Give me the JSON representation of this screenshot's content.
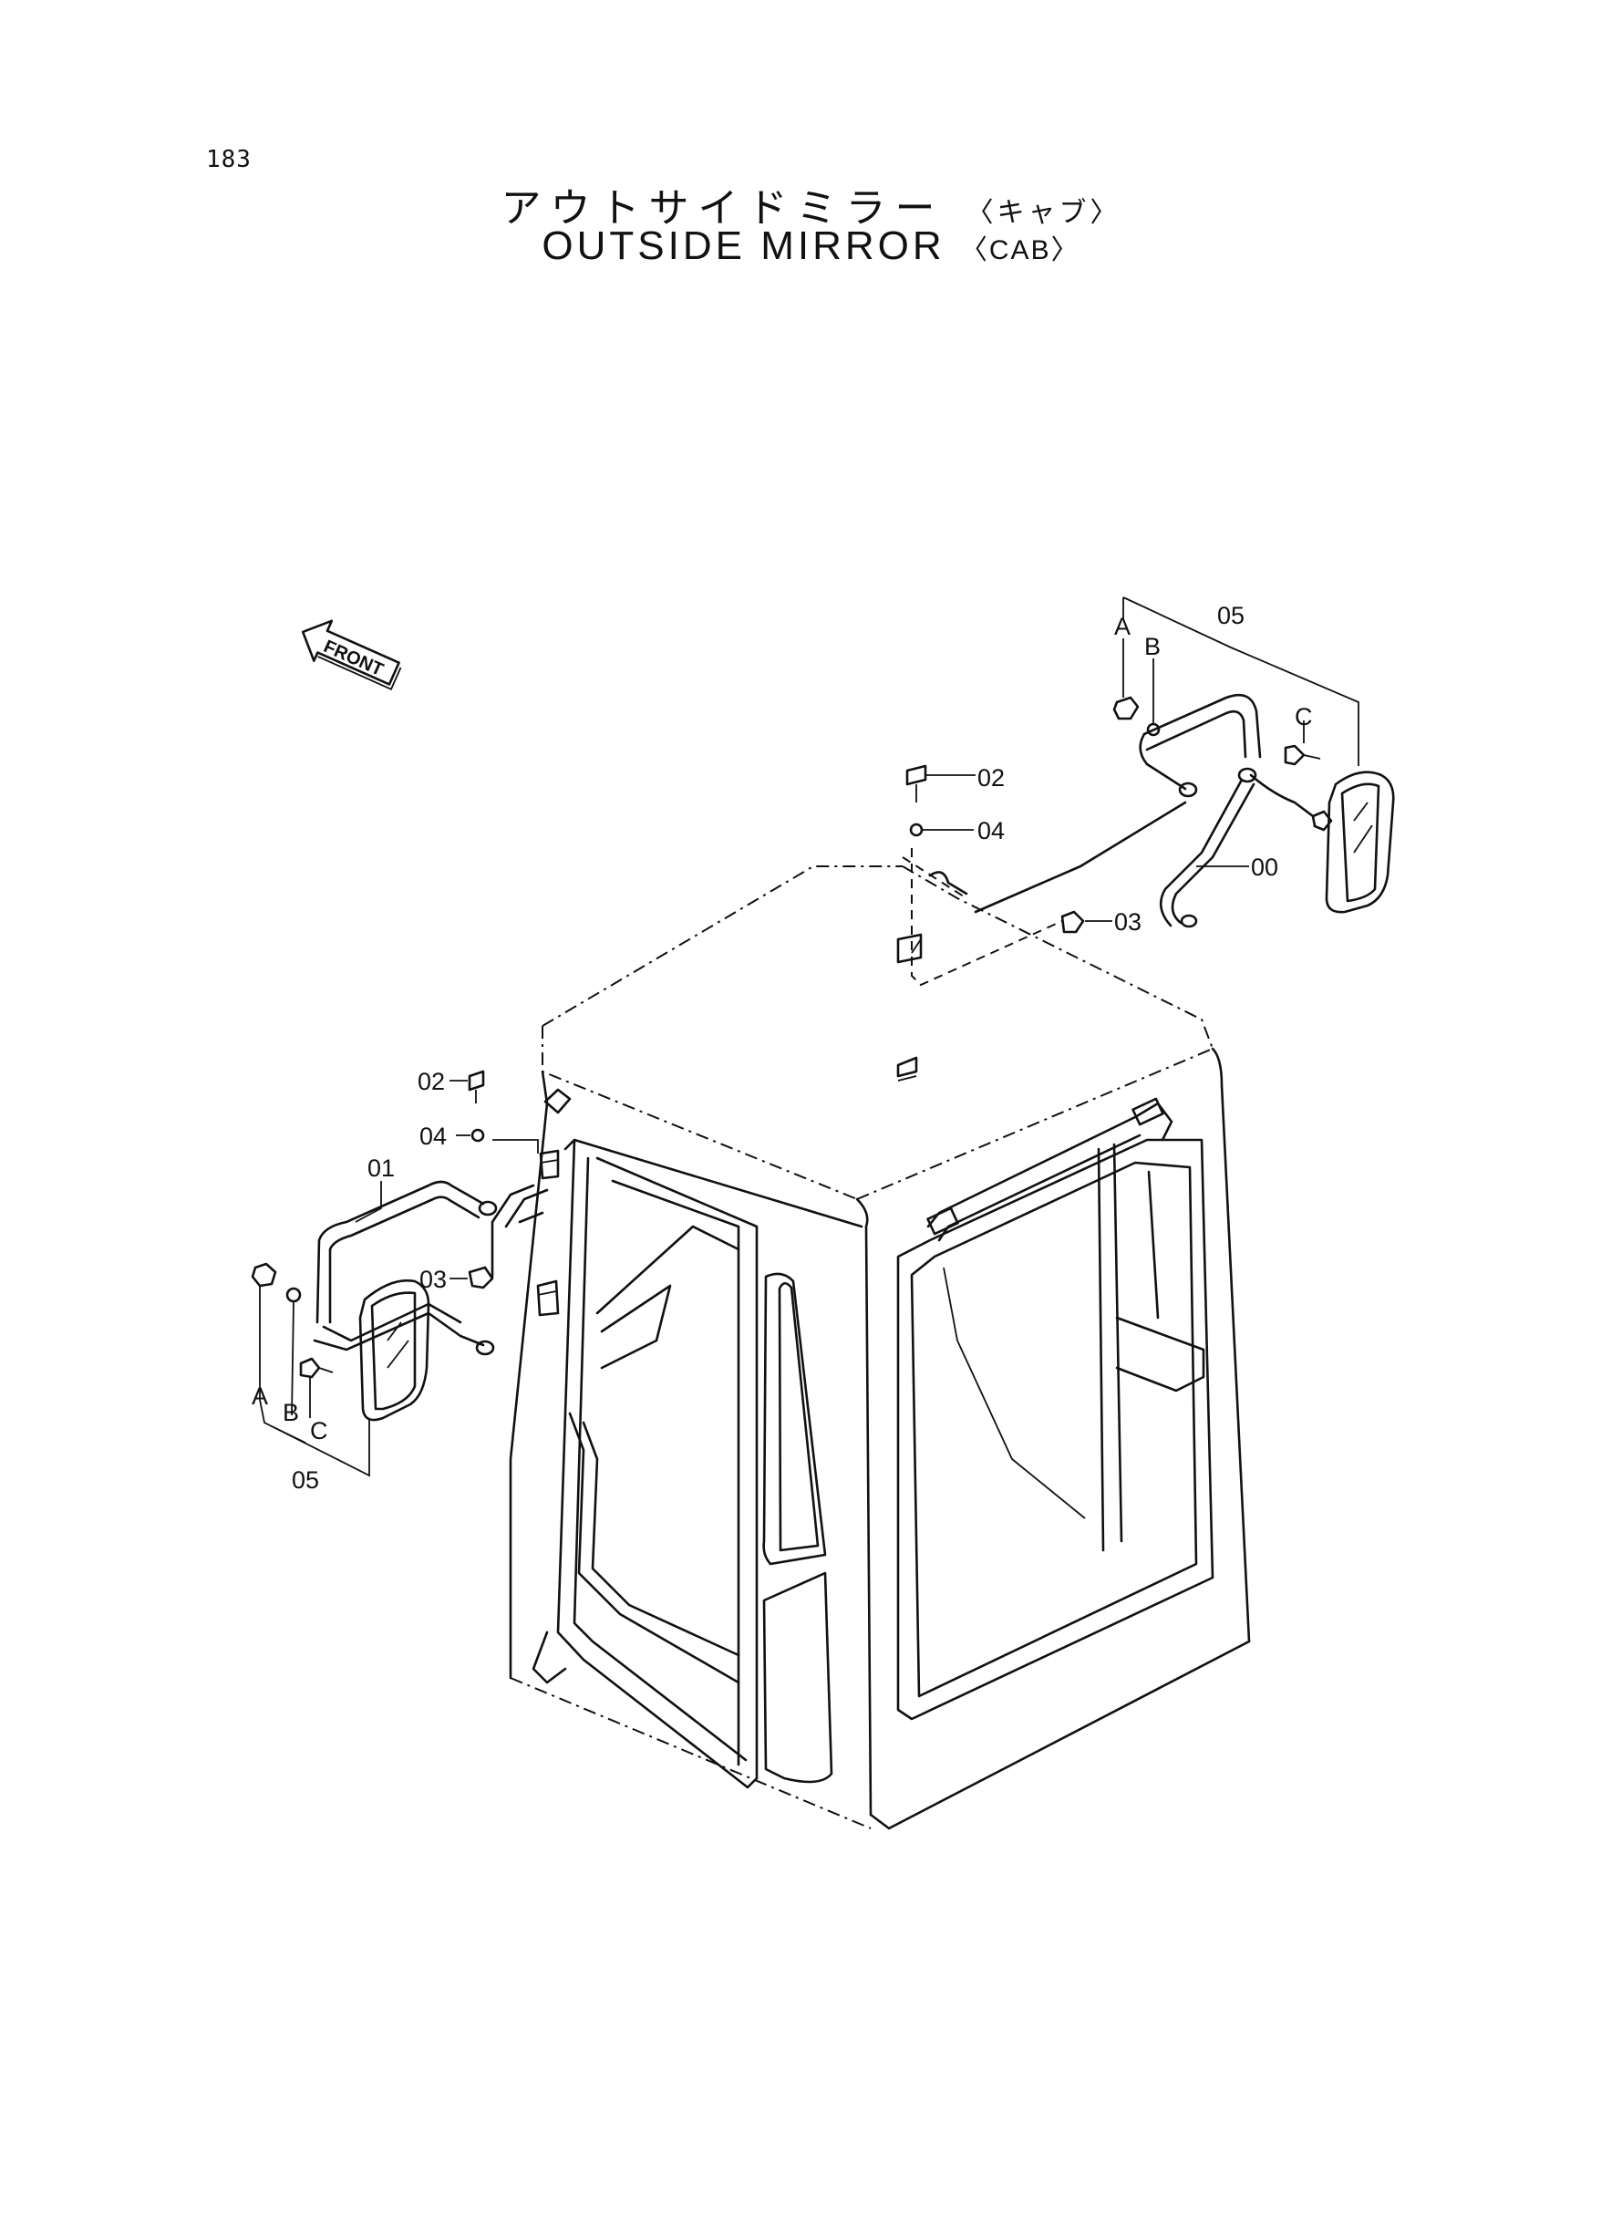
{
  "page_number": "183",
  "title_jp": "アウトサイドミラー",
  "title_jp_sub": "〈キャブ〉",
  "title_en": "OUTSIDE MIRROR",
  "title_en_sub": "〈CAB〉",
  "front_label": "FRONT",
  "callouts": {
    "part_00": "00",
    "part_01": "01",
    "part_02_right": "02",
    "part_02_left": "02",
    "part_03_right": "03",
    "part_03_left": "03",
    "part_04_right": "04",
    "part_04_left": "04",
    "part_05_right": "05",
    "part_05_left": "05",
    "a_right": "A",
    "b_right": "B",
    "c_right": "C",
    "a_left": "A",
    "b_left": "B",
    "c_left": "C"
  }
}
